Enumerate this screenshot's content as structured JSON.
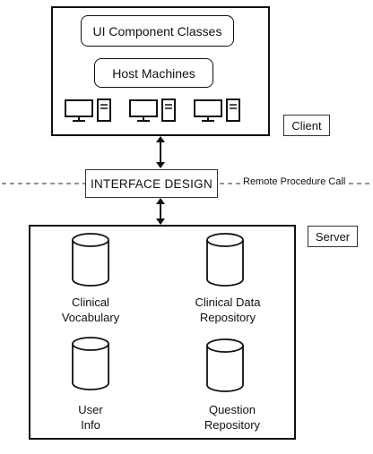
{
  "client": {
    "ui_component_classes": "UI Component Classes",
    "host_machines": "Host Machines",
    "label": "Client",
    "computers": [
      {
        "icon": "computer-icon"
      },
      {
        "icon": "computer-icon"
      },
      {
        "icon": "computer-icon"
      }
    ]
  },
  "interface": {
    "label": "INTERFACE DESIGN",
    "rpc_label": "Remote Procedure Call"
  },
  "server": {
    "label": "Server",
    "databases": [
      {
        "line1": "Clinical",
        "line2": "Vocabulary",
        "icon": "database-icon"
      },
      {
        "line1": "Clinical Data",
        "line2": "Repository",
        "icon": "database-icon"
      },
      {
        "line1": "User",
        "line2": "Info",
        "icon": "database-icon"
      },
      {
        "line1": "Question",
        "line2": "Repository",
        "icon": "database-icon"
      }
    ]
  }
}
